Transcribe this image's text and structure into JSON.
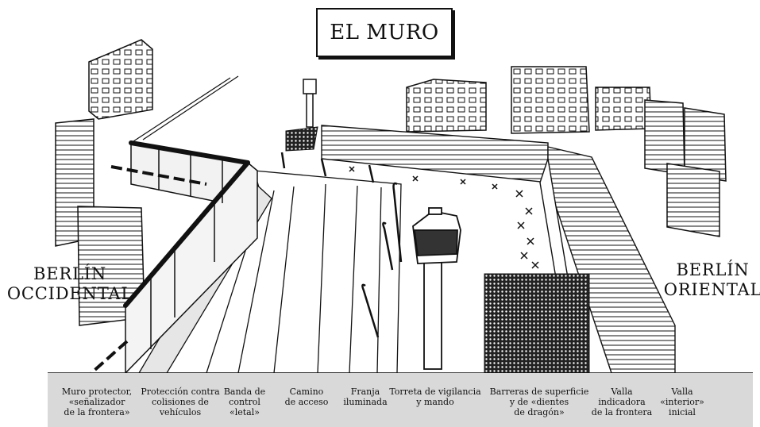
{
  "title": "EL MURO",
  "west_label": [
    "BERLÍN",
    "OCCIDENTAL"
  ],
  "east_label": [
    "BERLÍN",
    "ORIENTAL"
  ],
  "captions": [
    "Muro protector,\n«señalizador\nde la frontera»",
    "Protección contra\ncolisiones de vehículos",
    "Banda de\ncontrol\n«letal»",
    "Camino\nde acceso",
    "Franja\niluminada",
    "Torreta de vigilancia\ny mando",
    "Barreras de superficie\ny de «dientes\nde dragón»",
    "Valla\nindicadora\nde la frontera",
    "Valla\n«interior»\ninicial"
  ],
  "colors": {
    "ink": "#111111",
    "caption_band": "#d9d9d9",
    "ground_shade": "#e6e6e6"
  }
}
